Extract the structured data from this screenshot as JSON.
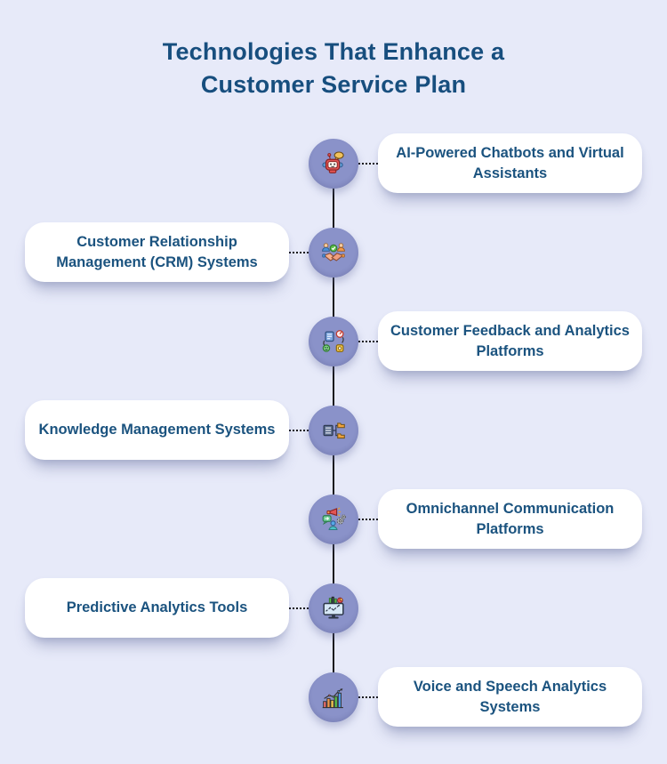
{
  "title": {
    "line1": "Technologies That Enhance a",
    "line2": "Customer Service Plan"
  },
  "colors": {
    "background": "#e7eaf9",
    "node_fill": "#8a92c9",
    "card_background": "#ffffff",
    "title_text": "#174e7e",
    "card_text": "#1b537f",
    "timeline_line": "#15151a"
  },
  "items": [
    {
      "label": "AI-Powered Chatbots and Virtual Assistants",
      "side": "right",
      "icon": "chatbot-robot-icon"
    },
    {
      "label": "Customer Relationship Management (CRM) Systems",
      "side": "left",
      "icon": "crm-handshake-icon"
    },
    {
      "label": "Customer Feedback and Analytics Platforms",
      "side": "right",
      "icon": "feedback-analytics-icon"
    },
    {
      "label": "Knowledge Management Systems",
      "side": "left",
      "icon": "knowledge-base-folders-icon"
    },
    {
      "label": "Omnichannel Communication Platforms",
      "side": "right",
      "icon": "omnichannel-megaphone-icon"
    },
    {
      "label": "Predictive Analytics Tools",
      "side": "left",
      "icon": "predictive-analytics-monitor-icon"
    },
    {
      "label": "Voice and Speech Analytics Systems",
      "side": "right",
      "icon": "voice-analytics-chart-icon"
    }
  ]
}
